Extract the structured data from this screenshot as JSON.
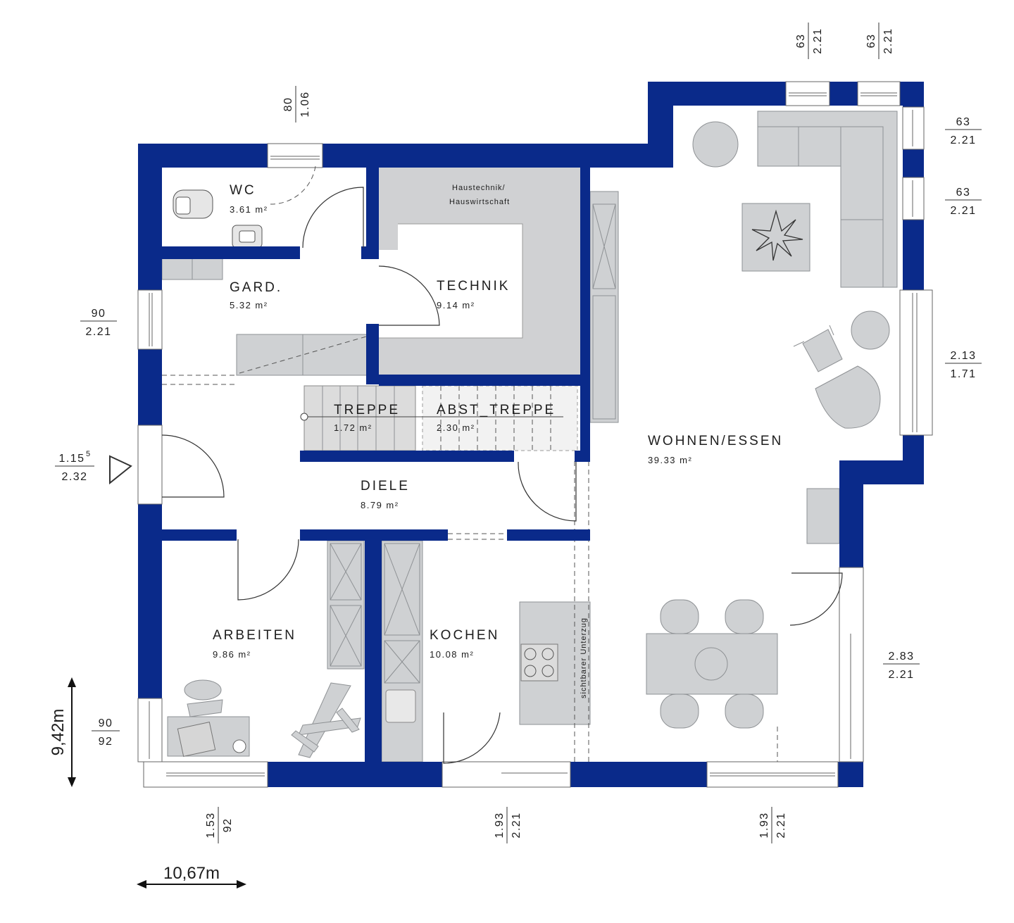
{
  "colors": {
    "wall": "#0a2a8a",
    "furniture": "#cfd1d3",
    "tech_room": "#d0d1d3"
  },
  "rooms": {
    "wc": {
      "name": "WC",
      "area": "3.61 m²"
    },
    "gard": {
      "name": "GARD.",
      "area": "5.32 m²"
    },
    "technik": {
      "name": "TECHNIK",
      "area": "9.14 m²",
      "caption_line1": "Haustechnik/",
      "caption_line2": "Hauswirtschaft"
    },
    "treppe": {
      "name": "TREPPE",
      "area": "1.72 m²"
    },
    "abst_treppe": {
      "name": "ABST_TREPPE",
      "area": "2.30 m²"
    },
    "diele": {
      "name": "DIELE",
      "area": "8.79 m²"
    },
    "arbeiten": {
      "name": "ARBEITEN",
      "area": "9.86 m²"
    },
    "kochen": {
      "name": "KOCHEN",
      "area": "10.08 m²"
    },
    "wohnen": {
      "name": "WOHNEN/ESSEN",
      "area": "39.33 m²"
    }
  },
  "beam_label": "sichtbarer Unterzug",
  "openings": {
    "wc_top": {
      "top": "80",
      "bottom": "1.06"
    },
    "wohnen_top_left": {
      "top": "63",
      "bottom": "2.21"
    },
    "wohnen_top_right": {
      "top": "63",
      "bottom": "2.21"
    },
    "right_1": {
      "top": "63",
      "bottom": "2.21"
    },
    "right_2": {
      "top": "63",
      "bottom": "2.21"
    },
    "right_3": {
      "top": "2.13",
      "bottom": "1.71"
    },
    "right_4": {
      "top": "2.83",
      "bottom": "2.21"
    },
    "left_gard": {
      "top": "90",
      "bottom": "2.21"
    },
    "entrance": {
      "top": "1.15",
      "top_sup": "5",
      "bottom": "2.32"
    },
    "left_arbeiten": {
      "top": "90",
      "bottom": "92"
    },
    "bottom_arbeiten": {
      "top": "1.53",
      "bottom": "92"
    },
    "bottom_kochen": {
      "top": "1.93",
      "bottom": "2.21"
    },
    "bottom_wohnen": {
      "top": "1.93",
      "bottom": "2.21"
    }
  },
  "dimensions": {
    "height": "9,42m",
    "width": "10,67m"
  }
}
